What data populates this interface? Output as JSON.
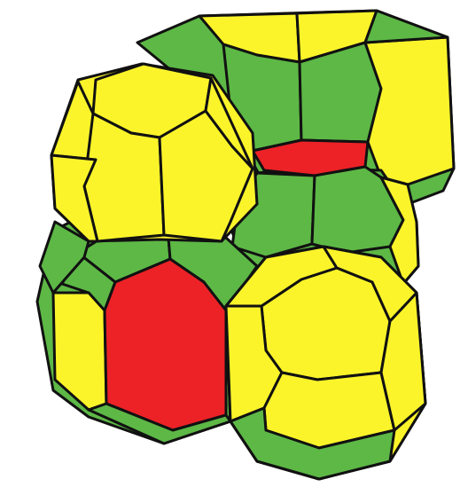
{
  "figure": {
    "kind": "polyhedra-cluster",
    "colors": {
      "yellow": "#fbf42a",
      "green": "#5db846",
      "red": "#ec2227",
      "outline": "#111111",
      "background": "#ffffff"
    },
    "cells": [
      {
        "name": "top-right-cell",
        "colors": [
          "green",
          "yellow"
        ]
      },
      {
        "name": "upper-left-cell",
        "colors": [
          "yellow",
          "green"
        ]
      },
      {
        "name": "middle-cell",
        "colors": [
          "green",
          "yellow",
          "red"
        ]
      },
      {
        "name": "lower-left-cell",
        "colors": [
          "green",
          "yellow",
          "red"
        ]
      },
      {
        "name": "lower-right-cell",
        "colors": [
          "yellow",
          "green"
        ]
      }
    ]
  }
}
